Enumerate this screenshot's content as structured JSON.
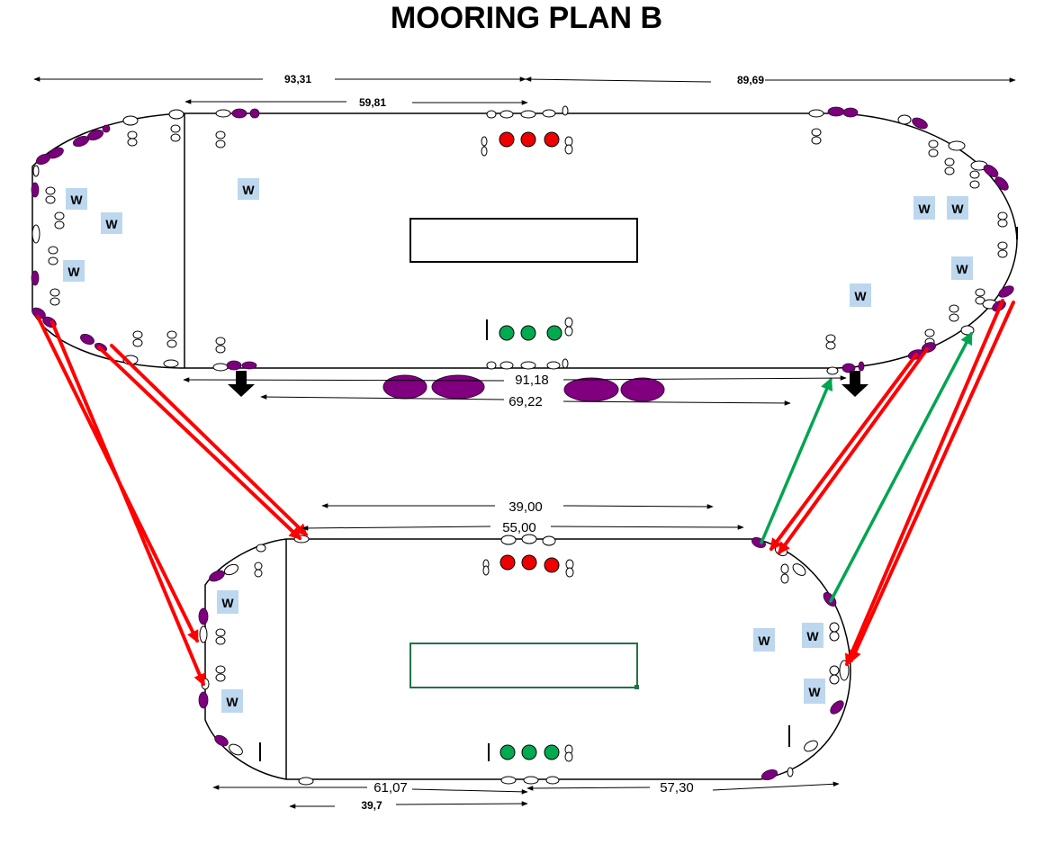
{
  "title": "MOORING PLAN B",
  "dimensions": {
    "top_left_total": "93,31",
    "top_right_total": "89,69",
    "top_inner": "59,81",
    "mid_upper": "91,18",
    "mid_lower": "69,22",
    "lower_upper": "39,00",
    "lower_lower": "55,00",
    "bottom_left": "61,07",
    "bottom_right": "57,30",
    "bottom_inner": "39,7"
  },
  "winch_label": "W",
  "colors": {
    "mooring_line_red": "#ff0000",
    "mooring_line_green": "#00a550",
    "fender_purple": "#7b007b",
    "light_red": "#ee0000",
    "light_green": "#00aa50",
    "winch_box": "#bdd7ee",
    "vessel_outline": "#000000",
    "house_box_green": "#217346"
  }
}
